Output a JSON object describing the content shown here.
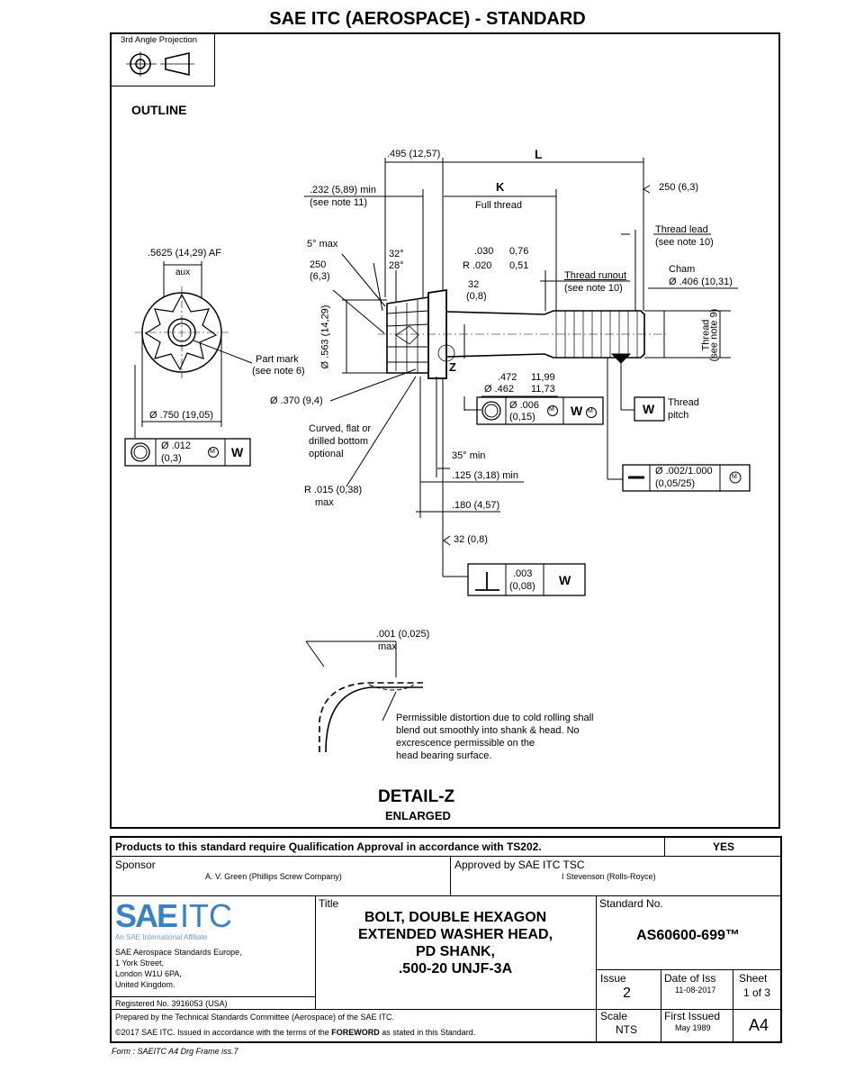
{
  "header": {
    "title": "SAE ITC (AEROSPACE) - STANDARD"
  },
  "projection": {
    "label": "3rd Angle Projection",
    "icon": "third-angle-projection-icon"
  },
  "outline_label": "OUTLINE",
  "drawing": {
    "d_495": ".495 (12,57)",
    "d_L": "L",
    "d_232": ".232 (5,89) min",
    "d_note11": "(see note 11)",
    "d_K": "K",
    "d_full_thread": "Full thread",
    "d_250_63": "250 (6,3)",
    "d_thread_lead": "Thread lead",
    "d_note10a": "(see note 10)",
    "d_5max": "5° max",
    "d_32deg": "32°",
    "d_28deg": "28°",
    "d_030": ".030",
    "d_076": "0,76",
    "d_R020": "R .020",
    "d_051": "0,51",
    "d_5625": ".5625 (14,29) AF",
    "d_aux": "aux",
    "d_250": "250",
    "d_63": "(6,3)",
    "d_32": "32",
    "d_08": "(0,8)",
    "d_runout": "Thread runout",
    "d_note10b": "(see note 10)",
    "d_cham": "Cham",
    "d_406": "Ø .406 (10,31)",
    "d_563": "Ø .563 (14,29)",
    "d_thread_note9": "Thread",
    "d_note9": "(see note 9)",
    "d_partmark": "Part mark",
    "d_note6": "(see note 6)",
    "d_Z": "Z",
    "d_472": ".472",
    "d_1199": "11,99",
    "d_462": "Ø .462",
    "d_1173": "11,73",
    "d_370": "Ø .370 (9,4)",
    "d_fcf1_val": "Ø .006",
    "d_fcf1_val2": "(0,15)",
    "d_M": "M",
    "d_W": "W",
    "d_thread_pitch1": "Thread",
    "d_thread_pitch2": "pitch",
    "d_750": "Ø .750 (19,05)",
    "d_curved1": "Curved, flat or",
    "d_curved2": "drilled bottom",
    "d_curved3": "optional",
    "d_fcf2_val": "Ø .012",
    "d_fcf2_val2": "(0,3)",
    "d_35min": "35° min",
    "d_002": "Ø .002/1.000",
    "d_00525": "(0,05/25)",
    "d_125": ".125 (3,18) min",
    "d_R015": "R .015 (0,38)",
    "d_max": "max",
    "d_180": ".180 (4,57)",
    "d_32_08": "32 (0,8)",
    "d_003": ".003",
    "d_008": "(0,08)",
    "d_001": ".001 (0,025)",
    "d_max2": "max",
    "d_perm1": "Permissible distortion due to cold rolling shall",
    "d_perm2": "blend out smoothly into shank & head. No",
    "d_perm3": "excrescence permissible on the",
    "d_perm4": "head bearing surface."
  },
  "detail": {
    "title": "DETAIL-Z",
    "subtitle": "ENLARGED"
  },
  "title_block": {
    "qualification": "Products to this standard require Qualification Approval in accordance with TS202.",
    "qualification_value": "YES",
    "sponsor_label": "Sponsor",
    "sponsor": "A. V. Green (Phillips Screw Company)",
    "approved_label": "Approved by SAE ITC TSC",
    "approved": "I Stevenson (Rolls-Royce)",
    "logo_main": "SAE",
    "logo_itc": "ITC",
    "logo_tag": "An SAE International Affiliate",
    "address": [
      "SAE Aerospace Standards Europe,",
      "1 York Street,",
      "London W1U 6PA,",
      "United Kingdom."
    ],
    "registered": "Registered No. 3916053 (USA)",
    "title_label": "Title",
    "title_lines": [
      "BOLT, DOUBLE HEXAGON",
      "EXTENDED WASHER HEAD,",
      "PD SHANK,",
      ".500-20 UNJF-3A"
    ],
    "standard_label": "Standard No.",
    "standard_no": "AS60600-699™",
    "issue_label": "Issue",
    "issue": "2",
    "date_label": "Date of Iss",
    "date": "11-08-2017",
    "sheet_label": "Sheet",
    "sheet": "1 of 3",
    "prepared": "Prepared by the Technical Standards Committee (Aerospace) of the SAE ITC.",
    "copyright_pre": "©2017 SAE ITC. Issued in accordance with the terms of the ",
    "copyright_bold": "FOREWORD",
    "copyright_post": " as stated in this Standard.",
    "scale_label": "Scale",
    "scale": "NTS",
    "first_issued_label": "First Issued",
    "first_issued": "May 1989",
    "size": "A4"
  },
  "footer": "Form : SAEITC A4 Drg Frame iss.7"
}
